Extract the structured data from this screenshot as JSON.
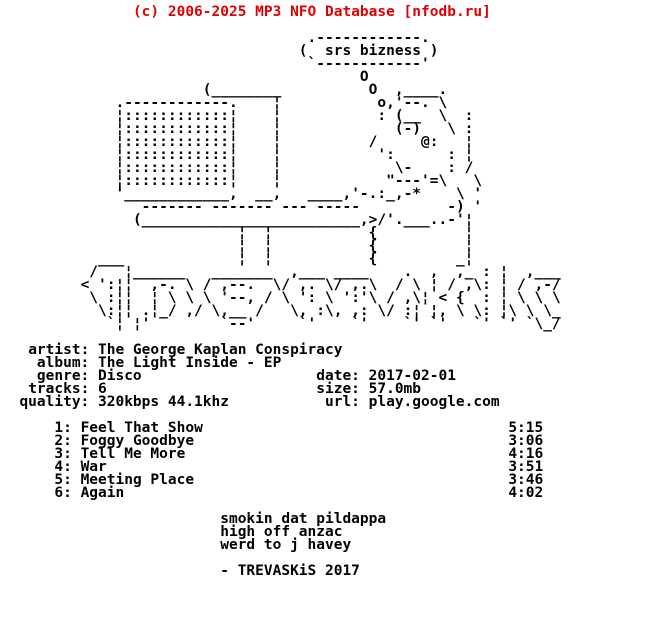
{
  "header": {
    "copyright": "(c) 2006-2025 MP3 NFO Database [nfodb.ru]",
    "color": "#e10000"
  },
  "art": {
    "bubble_label": "srs bizness",
    "logo_text": "trevaskis",
    "lines": [
      "                                   .------------.",
      "                                  (  srs bizness )",
      "                                   `------------'",
      "                                         O",
      "                       (________          O  ,____.",
      "             .------------.    ¦           o,'--. \\",
      "             ¦::::::::::::¦    ¦           : (__  \\  :",
      "             ¦::::::::::::¦    ¦             (-)   \\ :",
      "             ¦::::::::::::¦    ¦          /     @:   ¦",
      "             ¦::::::::::::¦    ¦           ':      : ¦",
      "             ¦::::::::::::¦    ¦             \\-    : /",
      "             ¦::::::::::::¦    ¦            \"---'=\\   \\",
      "             '____________,  __,   ____,'-.:_,-*    \\ '",
      "                ------- ------- --- -----          -) '",
      "               (_________________________,>/'.___..-'¦",
      "                           ¦  ¦           {          ¦",
      "                           ¦  ¦           {          ¦",
      "           ___             ¦  ¦           {         _¦",
      "          /   ¦______   _______  ,___ ____    .  ,  ,_ : ¦  ,___",
      "         < ':¦¦  ,-. \\ / ,--.  \\/ ,. \\/ ,.\\  / \\ ¦ / ,\\: ¦ / ,-/",
      "          \\ :¦¦  ¦ \\ \\ \\ '--, / \\ ': \\ ':'\\ / ,\\¦ < {  : ¦ \\ \\ \\",
      "           \\:¦¦ .¦_/ ,/ \\,__ /   \\, :\\, ,: \\/ :¦ ¦, \\ \\: ¦\\ \\ \\_",
      "            `¦ ¦'        `--'     `'    `'    `' `'   `' `' `\\_/"
    ]
  },
  "metadata": {
    "left": [
      {
        "label": "artist:",
        "value": "The George Kaplan Conspiracy"
      },
      {
        "label": "album:",
        "value": "The Light Inside - EP"
      },
      {
        "label": "genre:",
        "value": "Disco"
      },
      {
        "label": "tracks:",
        "value": "6"
      },
      {
        "label": "quality:",
        "value": "320kbps 44.1khz"
      }
    ],
    "right": [
      {
        "label": "date:",
        "value": "2017-02-01"
      },
      {
        "label": "size:",
        "value": "57.0mb"
      },
      {
        "label": "url:",
        "value": "play.google.com"
      }
    ]
  },
  "tracks": [
    {
      "num": "1:",
      "title": "Feel That Show",
      "duration": "5:15"
    },
    {
      "num": "2:",
      "title": "Foggy Goodbye",
      "duration": "3:06"
    },
    {
      "num": "3:",
      "title": "Tell Me More",
      "duration": "4:16"
    },
    {
      "num": "4:",
      "title": "War",
      "duration": "3:51"
    },
    {
      "num": "5:",
      "title": "Meeting Place",
      "duration": "3:46"
    },
    {
      "num": "6:",
      "title": "Again",
      "duration": "4:02"
    }
  ],
  "footer": {
    "lines": [
      "smokin dat pildappa",
      "high off anzac",
      "werd to j havey"
    ],
    "signature": "- TREVASKiS 2017"
  }
}
